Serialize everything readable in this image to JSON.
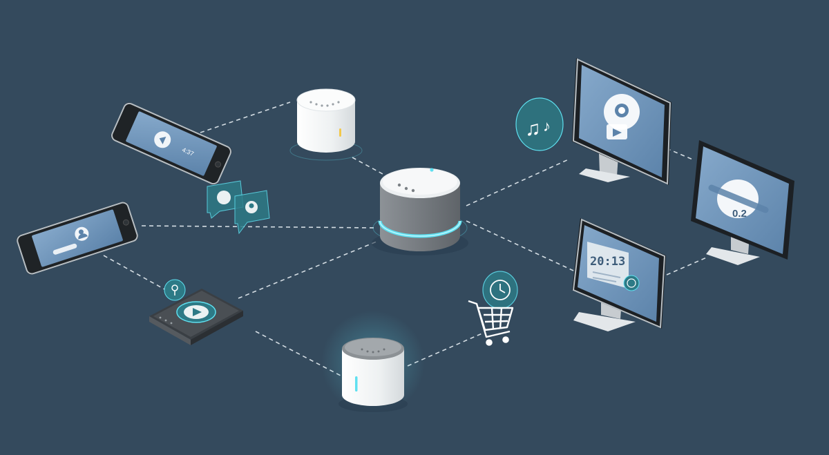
{
  "colors": {
    "background": "#344a5d",
    "connector": "#e6edf2",
    "accent_cyan": "#5fe0f0",
    "screen_blue": "#6d93b8",
    "icon_bubble": "#2d7a86",
    "device_white": "#f2f4f5",
    "hub_gray": "#7b8085"
  },
  "devices": {
    "hub": {
      "icon": "smart-speaker-hub"
    },
    "top_speaker": {
      "icon": "smart-speaker"
    },
    "bottom_speaker": {
      "icon": "smart-speaker-mini"
    },
    "phone_top": {
      "icon": "smartphone",
      "screen_text": "4:37"
    },
    "phone_left": {
      "icon": "smartphone"
    },
    "media_box": {
      "icon": "media-player"
    },
    "monitor_video": {
      "icon": "monitor-video-call"
    },
    "monitor_clock": {
      "icon": "monitor-clock",
      "time": "20:13"
    },
    "monitor_right": {
      "icon": "monitor-display",
      "value": "0.2"
    }
  },
  "floating_icons": [
    "music-note-icon",
    "chat-bubbles-icon",
    "shopping-cart-icon",
    "clock-icon",
    "location-icon"
  ]
}
